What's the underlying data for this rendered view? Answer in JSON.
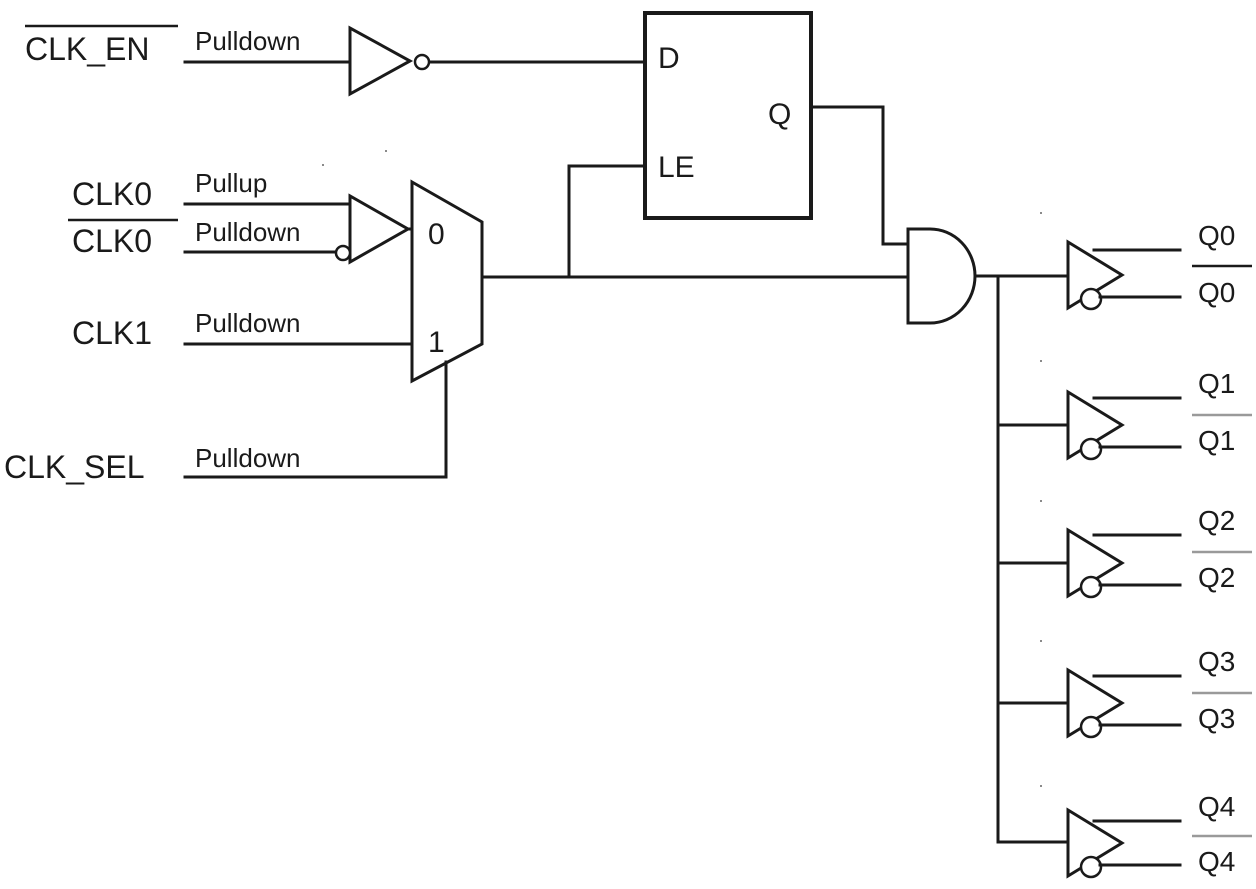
{
  "inputs": {
    "clk_en": {
      "name": "CLK_EN",
      "resistor": "Pulldown"
    },
    "clk0": {
      "name": "CLK0",
      "resistor": "Pullup"
    },
    "clk0_n": {
      "name": "CLK0",
      "resistor": "Pulldown"
    },
    "clk1": {
      "name": "CLK1",
      "resistor": "Pulldown"
    },
    "clk_sel": {
      "name": "CLK_SEL",
      "resistor": "Pulldown"
    }
  },
  "mux": {
    "input_0": "0",
    "input_1": "1"
  },
  "latch": {
    "d": "D",
    "q": "Q",
    "le": "LE"
  },
  "outputs": [
    {
      "true": "Q0",
      "comp": "Q0"
    },
    {
      "true": "Q1",
      "comp": "Q1"
    },
    {
      "true": "Q2",
      "comp": "Q2"
    },
    {
      "true": "Q3",
      "comp": "Q3"
    },
    {
      "true": "Q4",
      "comp": "Q4"
    }
  ]
}
